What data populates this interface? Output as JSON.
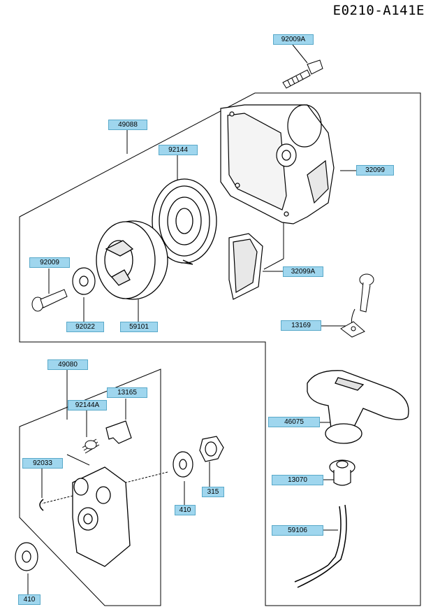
{
  "diagram": {
    "reference_code": "E0210-A141E",
    "part_labels": {
      "p92009A": "92009A",
      "p49088": "49088",
      "p92144": "92144",
      "p32099": "32099",
      "p32099A": "32099A",
      "p92009": "92009",
      "p92022": "92022",
      "p59101": "59101",
      "p13169": "13169",
      "p49080": "49080",
      "p13165": "13165",
      "p92144A": "92144A",
      "p92033": "92033",
      "p315": "315",
      "p410a": "410",
      "p46075": "46075",
      "p13070": "13070",
      "p59106": "59106",
      "p410b": "410"
    }
  }
}
